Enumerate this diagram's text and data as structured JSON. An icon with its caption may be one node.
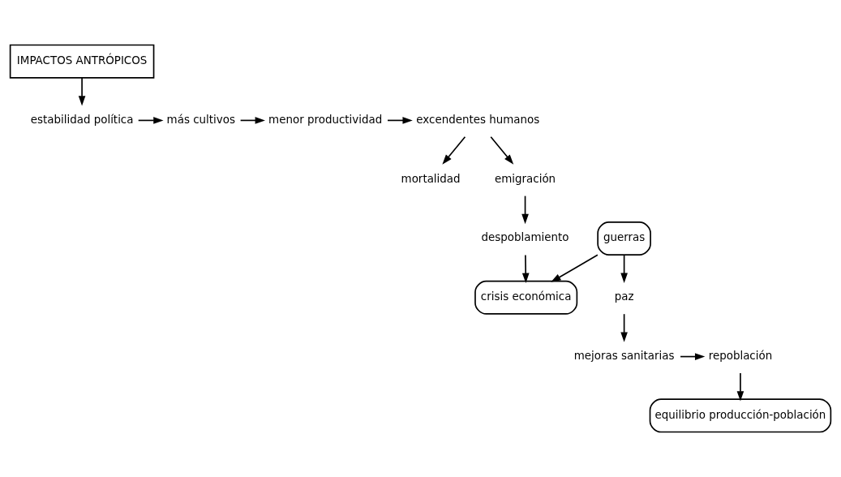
{
  "diagram": {
    "nodes": [
      {
        "text": [
          "IMPACTOS ANTRÓPICOS"
        ]
      },
      {
        "text": [
          "estabilidad política"
        ]
      },
      {
        "text": [
          "más cultivos"
        ]
      },
      {
        "text": [
          "menor productividad"
        ]
      },
      {
        "text": [
          "excendentes humanos"
        ]
      },
      {
        "text": [
          "mortalidad"
        ]
      },
      {
        "text": [
          "emigración"
        ]
      },
      {
        "text": [
          "despoblamiento"
        ]
      },
      {
        "text": [
          "guerras"
        ]
      },
      {
        "text": [
          "crisis económica"
        ]
      },
      {
        "text": [
          "paz"
        ]
      },
      {
        "text": [
          "mejoras sanitarias"
        ]
      },
      {
        "text": [
          "repoblación"
        ]
      },
      {
        "text": [
          "equilibrio producción-población"
        ]
      }
    ],
    "edges": [
      {
        "from": 0,
        "to": 1,
        "arrow": "to"
      },
      {
        "from": 1,
        "to": 2,
        "arrow": "to"
      },
      {
        "from": 2,
        "to": 3,
        "arrow": "to"
      },
      {
        "from": 3,
        "to": 4,
        "arrow": "to"
      },
      {
        "from": 4,
        "to": 5,
        "arrow": "to"
      },
      {
        "from": 4,
        "to": 6,
        "arrow": "to"
      },
      {
        "from": 6,
        "to": 7,
        "arrow": "to"
      },
      {
        "from": 7,
        "to": 9,
        "arrow": "to"
      },
      {
        "from": 8,
        "to": 9,
        "arrow": "to"
      },
      {
        "from": 8,
        "to": 10,
        "arrow": "to"
      },
      {
        "from": 10,
        "to": 11,
        "arrow": "to"
      },
      {
        "from": 11,
        "to": 12,
        "arrow": "to"
      },
      {
        "from": 12,
        "to": 13,
        "arrow": "to"
      }
    ]
  }
}
